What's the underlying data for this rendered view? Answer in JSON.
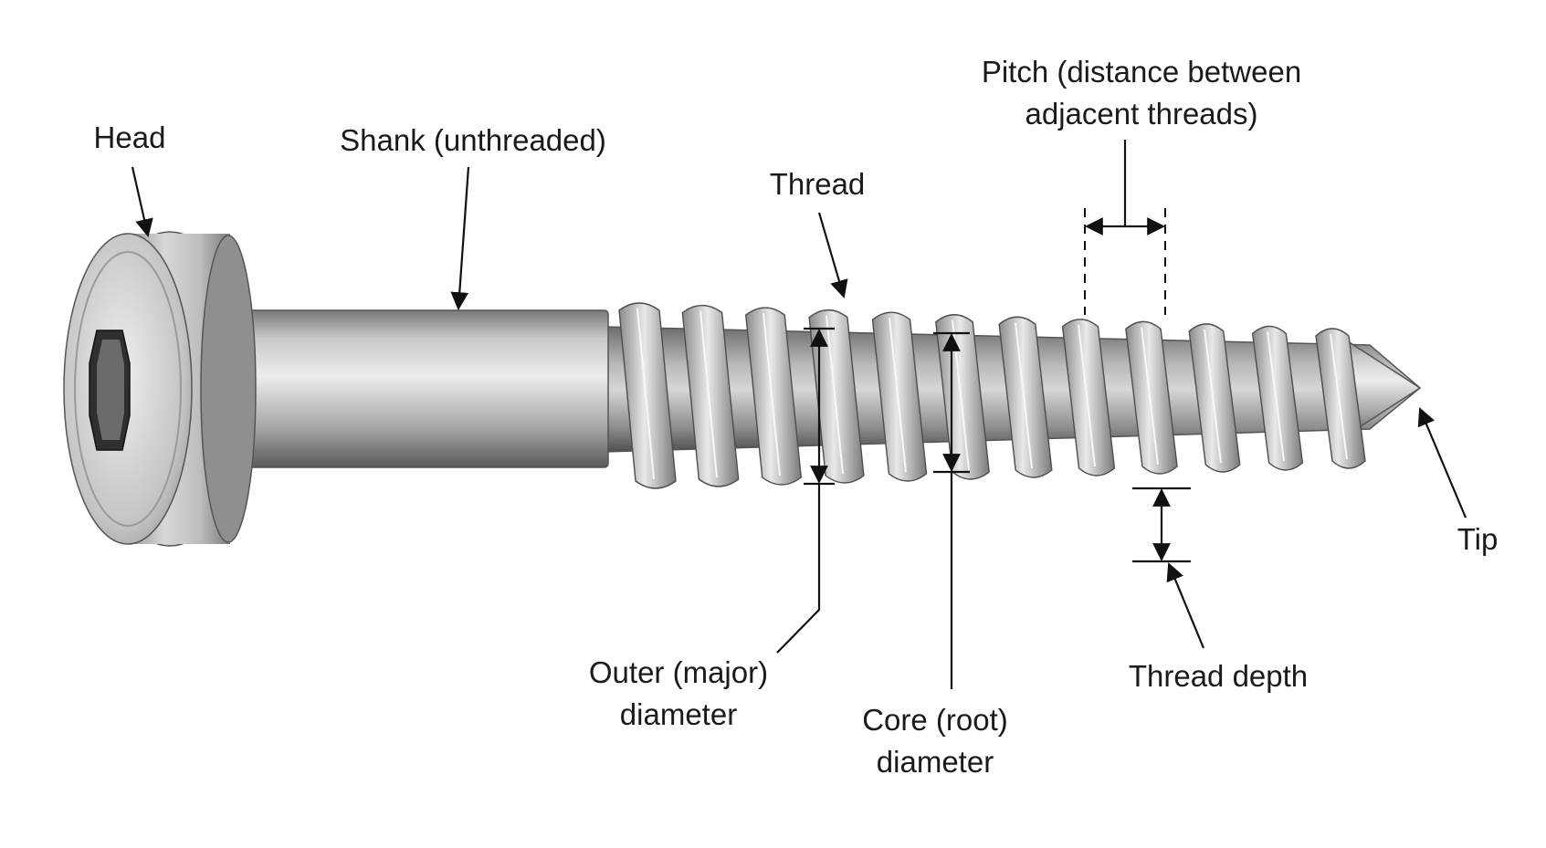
{
  "labels": {
    "head": "Head",
    "shank": "Shank (unthreaded)",
    "thread": "Thread",
    "pitch_line1": "Pitch (distance between",
    "pitch_line2": "adjacent threads)",
    "outer_line1": "Outer (major)",
    "outer_line2": "diameter",
    "core_line1": "Core (root)",
    "core_line2": "diameter",
    "thread_depth": "Thread depth",
    "tip": "Tip"
  },
  "colors": {
    "metal_light": "#e4e4e4",
    "metal_mid": "#a8a8a8",
    "metal_dark": "#5e5e5e",
    "ink": "#111111"
  },
  "icons": {
    "drive": "hex-socket-icon"
  }
}
